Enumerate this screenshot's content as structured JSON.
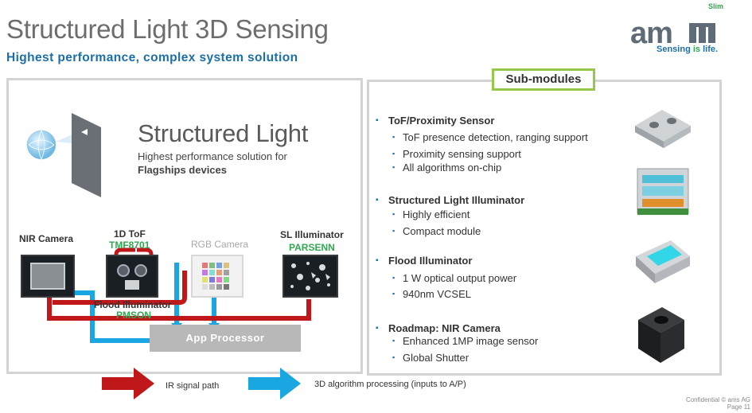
{
  "header": {
    "title": "Structured Light 3D Sensing",
    "subtitle": "Highest performance, complex system solution",
    "tag": "Slim"
  },
  "logo": {
    "brand": "ams",
    "tagline_prefix": "Sensing ",
    "tagline_mid": "is",
    "tagline_suffix": " life."
  },
  "left_panel": {
    "heading": "Structured Light",
    "desc_line1": "Highest performance solution for",
    "desc_line2": "Flagships devices",
    "nir_camera": "NIR Camera",
    "tof_label": "1D ToF",
    "tof_part": "TMF8701",
    "rgb_camera": "RGB Camera",
    "sl_illuminator": "SL Illuminator",
    "sl_part": "PARSENN",
    "flood_label": "Flood Illuminator",
    "flood_part": "PMSON",
    "app_processor": "App Processor"
  },
  "badge": "Sub-modules",
  "sections": [
    {
      "title": "ToF/Proximity Sensor",
      "items": [
        "ToF presence detection, ranging support",
        "Proximity sensing support",
        "All algorithms on-chip"
      ]
    },
    {
      "title": "Structured Light Illuminator",
      "items": [
        "Highly efficient",
        "Compact module"
      ]
    },
    {
      "title": "Flood Illuminator",
      "items": [
        "1 W optical output power",
        "940nm VCSEL"
      ]
    },
    {
      "title": "Roadmap: NIR Camera",
      "items": [
        "Enhanced 1MP image sensor",
        "Global Shutter"
      ]
    }
  ],
  "legend": {
    "ir": "IR signal path",
    "algo": "3D algorithm processing (inputs to A/P)"
  },
  "footer": {
    "line1": "Confidential © ams AG",
    "line2": "Page 11"
  },
  "colors": {
    "ir_path": "#c0171b",
    "algo_path": "#1aa6e0",
    "accent_blue": "#1b6fa8",
    "accent_green": "#95c84a"
  }
}
